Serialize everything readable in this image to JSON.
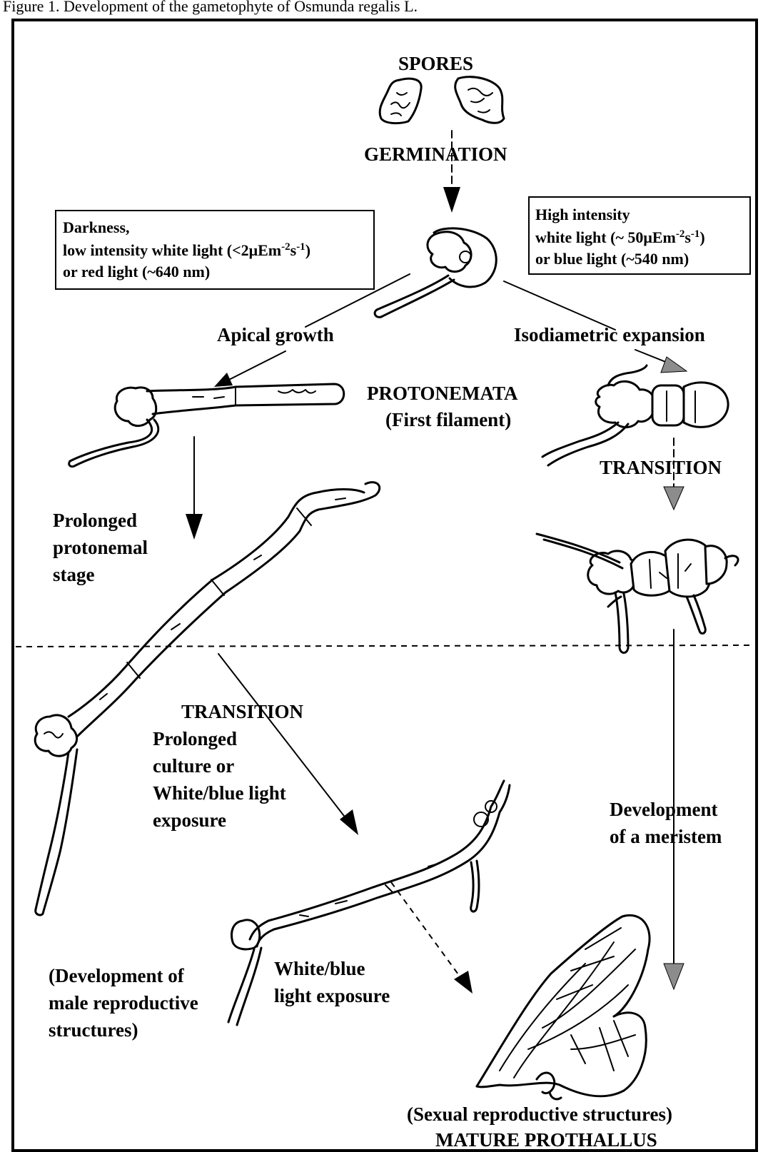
{
  "caption": "Figure 1. Development of the gametophyte of Osmunda regalis L.",
  "labels": {
    "spores": "SPORES",
    "germination": "GERMINATION",
    "apical_growth": "Apical growth",
    "isodiametric_expansion": "Isodiametric expansion",
    "protonemata_1": "PROTONEMATA",
    "protonemata_2": "(First filament)",
    "transition_right": "TRANSITION",
    "prolonged_1": "Prolonged",
    "prolonged_2": "protonemal",
    "prolonged_3": "stage",
    "transition_left": "TRANSITION",
    "culture_1": "Prolonged",
    "culture_2": "culture or",
    "culture_3": "White/blue light",
    "culture_4": "exposure",
    "meristem_1": "Development",
    "meristem_2": "of a meristem",
    "male_1": "(Development of",
    "male_2": "male reproductive",
    "male_3": "structures)",
    "whiteblue_1": "White/blue",
    "whiteblue_2": "light exposure",
    "sexual": "(Sexual reproductive structures)",
    "mature": "MATURE PROTHALLUS"
  },
  "dark_box": {
    "line1": "Darkness,",
    "line2": "low intensity white light (<2μEm",
    "line2_sup": "-2",
    "line2_mid": "s",
    "line2_sup2": "-1",
    "line2_end": ")",
    "line3": "or red light (~640 nm)"
  },
  "light_box": {
    "line1": "High intensity",
    "line2": "white light (~ 50μEm",
    "line2_sup": "-2",
    "line2_mid": "s",
    "line2_sup2": "-1",
    "line2_end": ")",
    "line3": "or blue light (~540 nm)"
  },
  "colors": {
    "ink": "#000000",
    "grey_arrow": "#8c8c8c",
    "paper": "#ffffff"
  }
}
